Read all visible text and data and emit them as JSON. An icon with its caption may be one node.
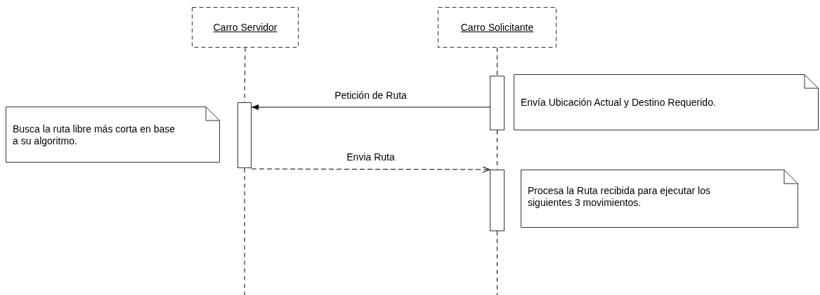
{
  "diagram": {
    "nodes": [
      {
        "text": [
          "Carro Servidor"
        ]
      },
      {
        "text": [
          "Carro Solicitante"
        ]
      },
      {
        "text": [
          "Envía Ubicación Actual y Destino Requerido."
        ]
      },
      {
        "text": [],
        "shape": "bar"
      },
      {
        "text": [],
        "shape": "bar"
      },
      {
        "text": [
          "Busca la ruta libre más corta en base a su algoritmo."
        ]
      },
      {
        "text": [],
        "shape": "bar"
      },
      {
        "text": [
          "Procesa la Ruta recibida para ejecutar los siguientes 3 movimientos."
        ]
      }
    ],
    "edges": [
      {
        "from": 0,
        "to": 4,
        "arrow": "none",
        "style": "dashed"
      },
      {
        "from": 4,
        "to": null,
        "arrow": "none",
        "style": "dashed"
      },
      {
        "from": 1,
        "to": 3,
        "arrow": "none",
        "style": "dashed"
      },
      {
        "from": 3,
        "to": 6,
        "arrow": "none",
        "style": "dashed"
      },
      {
        "from": 6,
        "to": null,
        "arrow": "none",
        "style": "dashed"
      },
      {
        "from": 3,
        "to": 4,
        "arrow": "to",
        "label": "Petición de Ruta"
      },
      {
        "from": 4,
        "to": 6,
        "arrow": "to",
        "label": "Envia Ruta",
        "style": "dashed"
      }
    ]
  }
}
